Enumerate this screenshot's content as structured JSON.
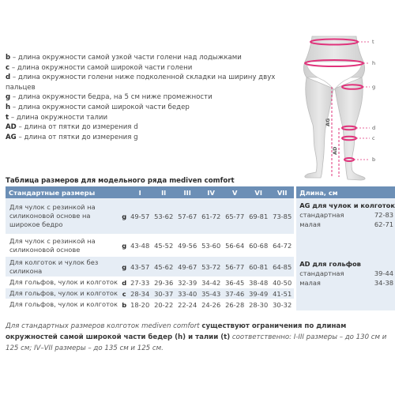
{
  "legend": [
    {
      "key": "b",
      "text": " – длина окружности самой узкой части голени над лодыжками"
    },
    {
      "key": "c",
      "text": " – длина окружности самой широкой части голени"
    },
    {
      "key": "d",
      "text": " – длина окружности голени ниже подколенной складки на ширину двух пальцев"
    },
    {
      "key": "g",
      "text": " – длина окружности бедра, на 5 см ниже промежности"
    },
    {
      "key": "h",
      "text": " – длина окружности самой широкой части бедер"
    },
    {
      "key": "t",
      "text": " – длина окружности талии"
    },
    {
      "key": "AD",
      "text": " – длина от пятки до измерения d"
    },
    {
      "key": "AG",
      "text": " – длина от пятки до измерения g"
    }
  ],
  "figure_labels": {
    "t": "t",
    "h": "h",
    "g": "g",
    "d": "d",
    "c": "c",
    "b": "b",
    "AG": "AG",
    "AD": "AD"
  },
  "table": {
    "title": "Таблица размеров для модельного ряда mediven comfort",
    "header": {
      "first": "Стандартные размеры",
      "sizes": [
        "I",
        "II",
        "III",
        "IV",
        "V",
        "VI",
        "VII"
      ],
      "length": "Длина, см"
    },
    "rows": [
      {
        "label": "Для чулок с резинкой на силиконовой основе на широкое бедро",
        "key": "g",
        "values": [
          "49-57",
          "53-62",
          "57-67",
          "61-72",
          "65-77",
          "69-81",
          "73-85"
        ]
      },
      {
        "label": "Для чулок с резинкой на силиконовой основе",
        "key": "g",
        "values": [
          "43-48",
          "45-52",
          "49-56",
          "53-60",
          "56-64",
          "60-68",
          "64-72"
        ]
      },
      {
        "label": "Для колготок и чулок без силикона",
        "key": "g",
        "values": [
          "43-57",
          "45-62",
          "49-67",
          "53-72",
          "56-77",
          "60-81",
          "64-85"
        ]
      },
      {
        "label": "Для гольфов, чулок и колготок",
        "key": "d",
        "values": [
          "27-33",
          "29-36",
          "32-39",
          "34-42",
          "36-45",
          "38-48",
          "40-50"
        ]
      },
      {
        "label": "Для гольфов, чулок и колготок",
        "key": "c",
        "values": [
          "28-34",
          "30-37",
          "33-40",
          "35-43",
          "37-46",
          "39-49",
          "41-51"
        ]
      },
      {
        "label": "Для гольфов, чулок и колготок",
        "key": "b",
        "values": [
          "18-20",
          "20-22",
          "22-24",
          "24-26",
          "26-28",
          "28-30",
          "30-32"
        ]
      }
    ],
    "length_ag": {
      "heading": "AG для чулок и колготок",
      "items": [
        {
          "name": "стандартная",
          "value": "72-83"
        },
        {
          "name": "малая",
          "value": "62-71"
        }
      ]
    },
    "length_ad": {
      "heading": "AD для гольфов",
      "items": [
        {
          "name": "стандартная",
          "value": "39-44"
        },
        {
          "name": "малая",
          "value": "34-38"
        }
      ]
    }
  },
  "note": {
    "part1": "Для стандартных размеров колготок mediven comfort ",
    "bold": "существуют ограничения по длинам окружностей самой широкой части бедер (h) и талии (t)",
    "part2": " соответственно: I-III размеры – до 130 см и 125 см; IV–VII размеры – до 135 см и 125 см."
  }
}
